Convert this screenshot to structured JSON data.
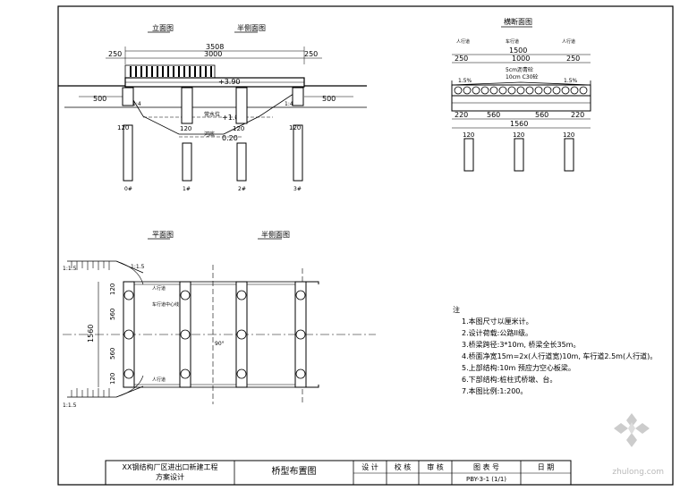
{
  "elevation": {
    "title": "立面图",
    "subtitle": "半侧面图",
    "dims": {
      "overall": "3508",
      "main": "3000",
      "left_end": "250",
      "right_end": "250",
      "left_approach": "500",
      "right_approach": "500"
    },
    "elevations": {
      "deck": "+3.90",
      "water": "+1.80",
      "bed": "0.20"
    },
    "elevation_labels": {
      "water": "常水位",
      "bed": "河底"
    },
    "pier_width": "120",
    "slopes": {
      "left": "1:4",
      "right": "1:4"
    },
    "pile_labels": [
      "0#",
      "1#",
      "2#",
      "3#"
    ]
  },
  "section": {
    "title": "横断面图",
    "dims": {
      "total_top": "1500",
      "left_walk": "250",
      "roadway": "1000",
      "right_walk": "250",
      "bottom_total": "1560",
      "seg1": "220",
      "seg2": "560",
      "seg3": "560",
      "seg4": "220",
      "pile_width": "120"
    },
    "pavement_note": "5cm沥青砼",
    "pavement_note_2": "10cm C30砼",
    "crossfall_left": "1.5%",
    "crossfall_right": "1.5%",
    "labels": {
      "left_walk": "人行道",
      "roadway": "车行道",
      "right_walk": "人行道"
    }
  },
  "plan": {
    "title": "平面图",
    "subtitle": "半侧面图",
    "dims": {
      "width": "1560",
      "top": "120",
      "upper": "560",
      "lower": "560",
      "bottom": "120",
      "skew": "90°"
    },
    "slopes": {
      "top": "1:1.5",
      "bottom": "1:1.5",
      "corner": "1:1.5"
    },
    "labels": {
      "top_walk": "人行道",
      "center": "车行道中心线",
      "bottom_walk": "人行道"
    }
  },
  "notes": {
    "heading": "注",
    "items": [
      "1.本图尺寸以厘米计。",
      "2.设计荷载:公路II级。",
      "3.桥梁跨径:3*10m, 桥梁全长35m。",
      "4.桥面净宽15m=2x(人行道宽)10m, 车行道2.5m(人行道)。",
      "5.上部结构:10m 预应力空心板梁。",
      "6.下部结构:桩柱式桥墩、台。",
      "7.本图比例:1:200。"
    ]
  },
  "title_block": {
    "project": "XX钢结构厂区进出口新建工程",
    "stage": "方案设计",
    "drawing_name": "桥型布置图",
    "design": "设 计",
    "check": "校 核",
    "review": "审 核",
    "drawing_no_label": "图 表 号",
    "date_label": "日 期",
    "drawing_no": "PBY-3-1  (1/1)"
  },
  "watermark": "zhulong.com"
}
